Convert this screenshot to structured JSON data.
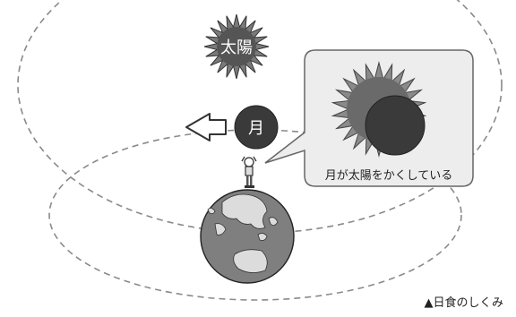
{
  "diagram": {
    "sun_label": "太陽",
    "moon_label": "月",
    "callout_text": "月が太陽をかくしている",
    "caption": "▲日食のしくみ"
  },
  "colors": {
    "sun_ray": "#6b6b6b",
    "sun_body": "#555555",
    "moon": "#3a3a3a",
    "earth_ocean": "#7f7f7f",
    "earth_land": "#dcdcdc",
    "orbit_line": "#8a8a8a",
    "callout_bg": "#ededed"
  },
  "icons": {
    "sun": "sun-icon",
    "moon": "moon-icon",
    "earth": "earth-icon",
    "arrow": "left-arrow-icon",
    "person": "person-icon"
  }
}
